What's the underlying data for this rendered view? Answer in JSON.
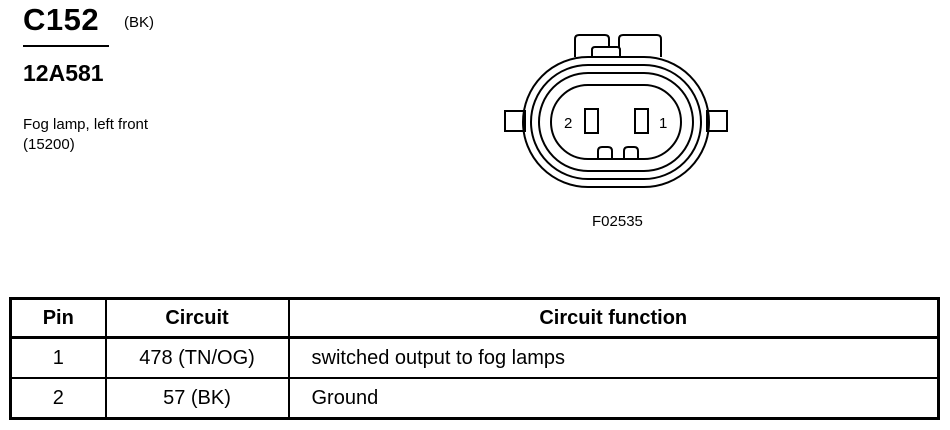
{
  "header": {
    "connector_id": "C152",
    "color_code": "(BK)",
    "part_number": "12A581",
    "description_line1": "Fog lamp, left front",
    "description_line2": "(15200)"
  },
  "diagram": {
    "pin_left_label": "2",
    "pin_right_label": "1",
    "figure_code": "F02535"
  },
  "table": {
    "headers": [
      "Pin",
      "Circuit",
      "Circuit function"
    ],
    "rows": [
      {
        "pin": "1",
        "circuit": "478 (TN/OG)",
        "function": "switched output to fog lamps"
      },
      {
        "pin": "2",
        "circuit": "57 (BK)",
        "function": "Ground"
      }
    ]
  }
}
